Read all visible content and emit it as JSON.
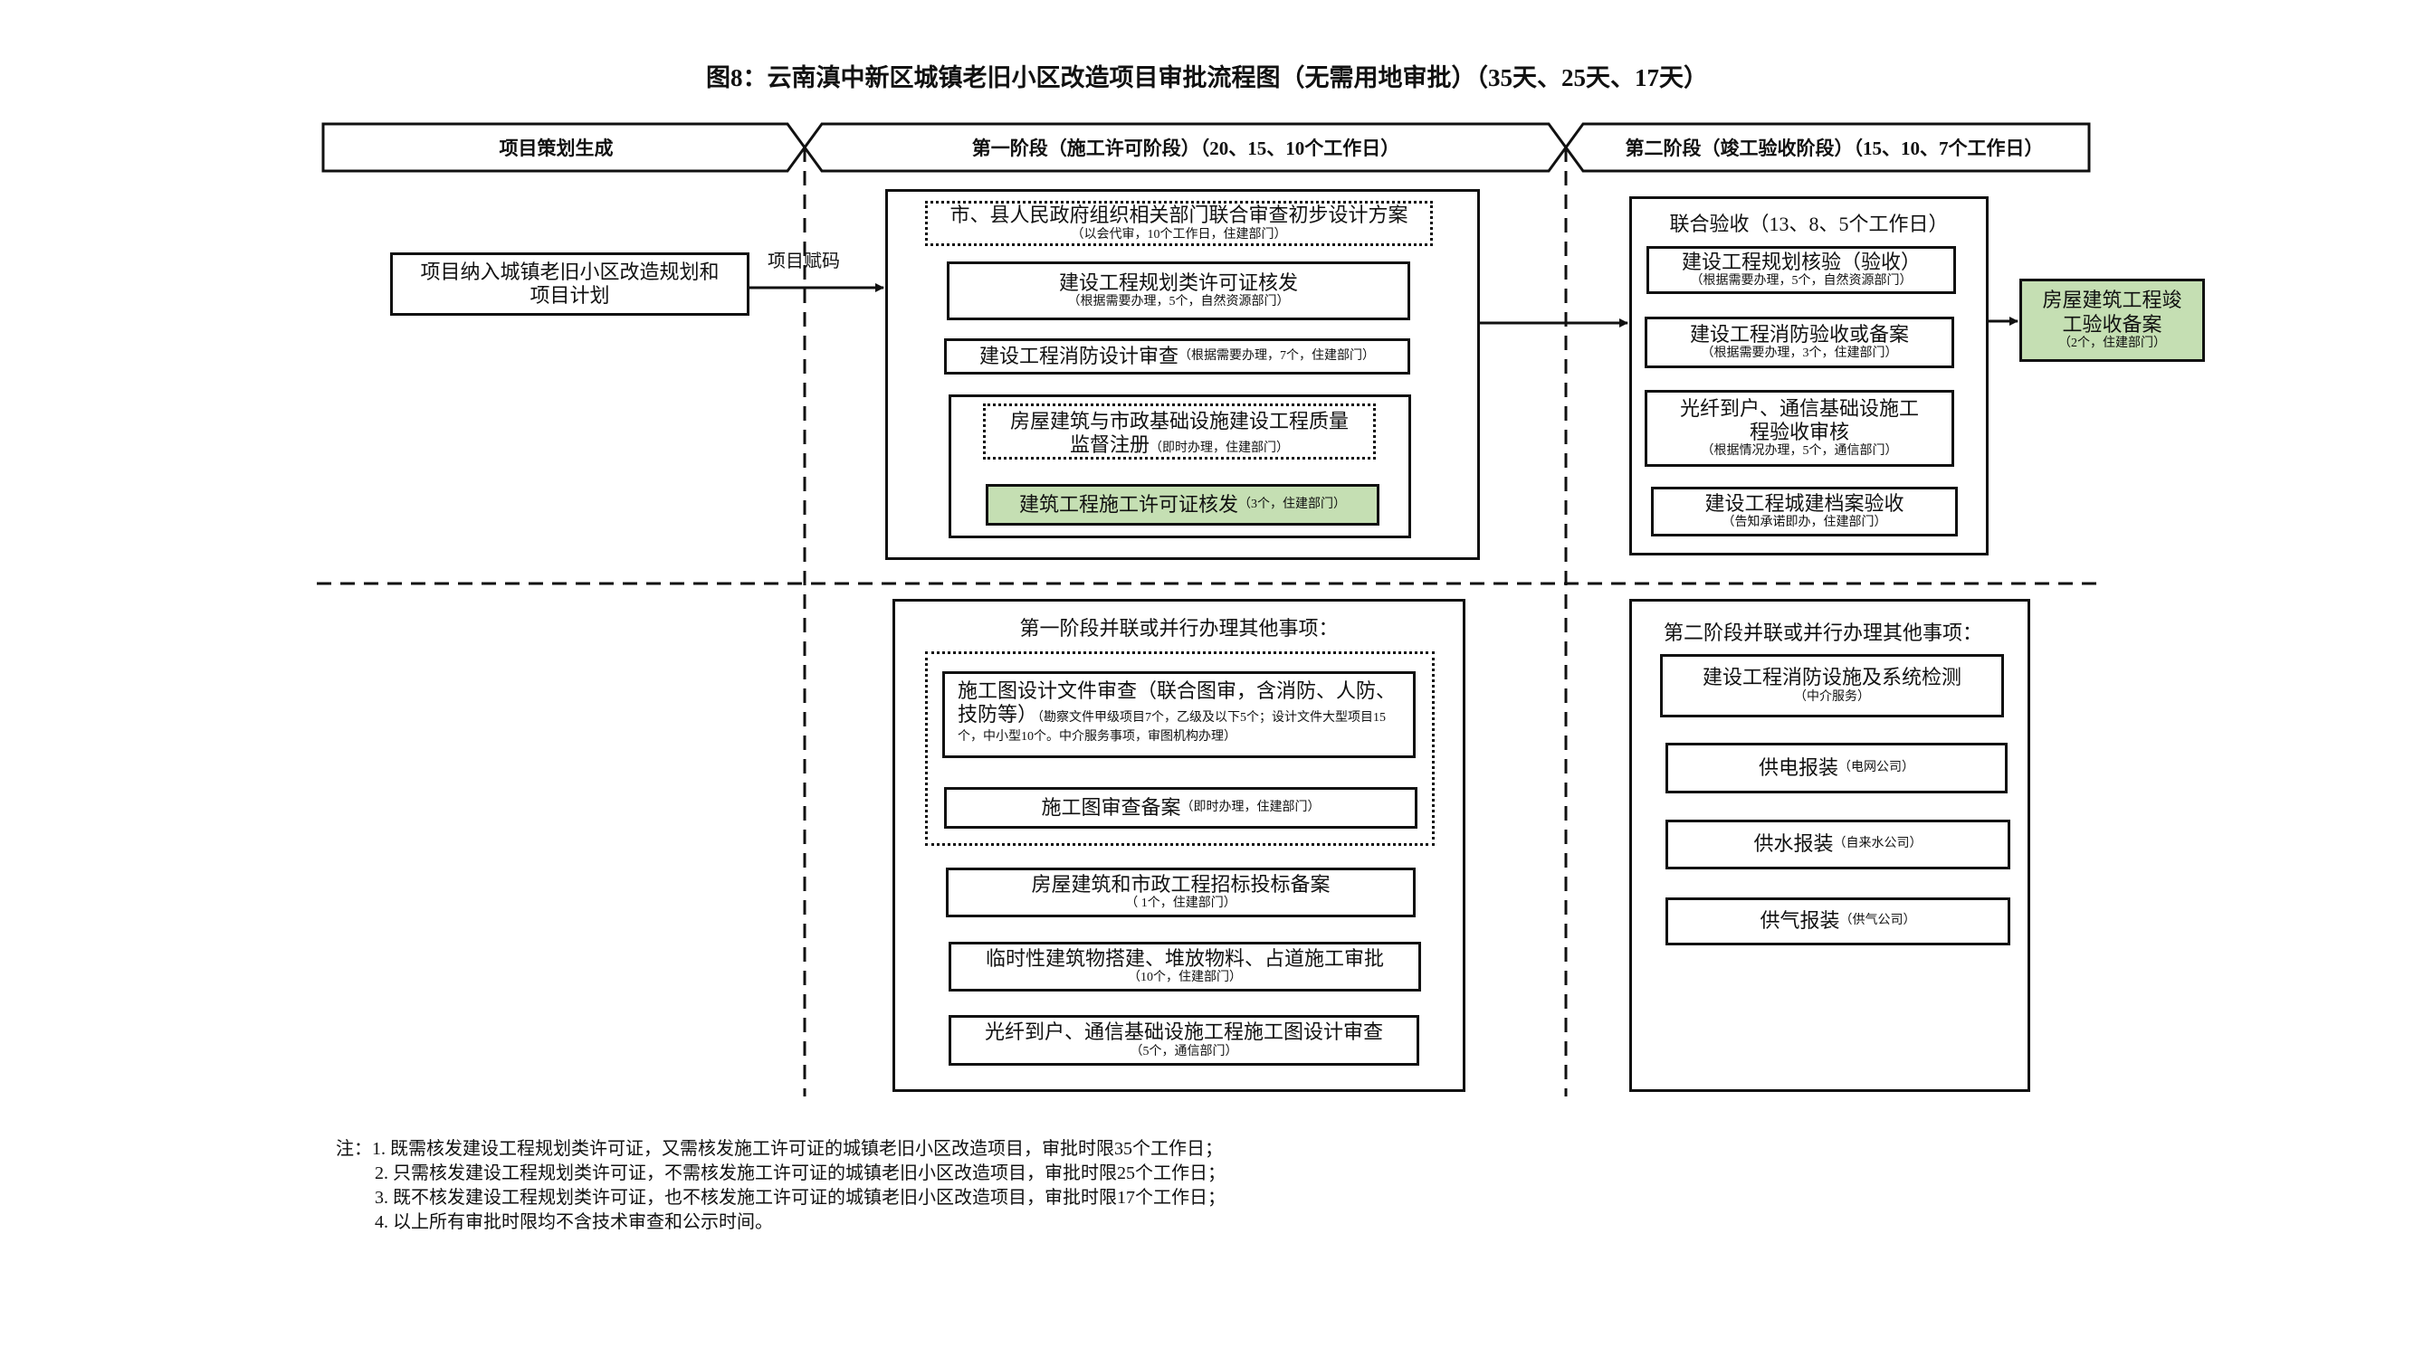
{
  "title": "图8：云南滇中新区城镇老旧小区改造项目审批流程图（无需用地审批）（35天、25天、17天）",
  "banners": {
    "planning": "项目策划生成",
    "phase1": "第一阶段（施工许可阶段）（20、15、10个工作日）",
    "phase2": "第二阶段（竣工验收阶段）（15、10、7个工作日）"
  },
  "planning_box": "项目纳入城镇老旧小区改造规划和项目计划",
  "arrow_label": "项目赋码",
  "phase1": {
    "joint_review": {
      "main": "市、县人民政府组织相关部门联合审查初步设计方案",
      "sub": "（以会代审，10个工作日，住建部门）"
    },
    "planning_permit": {
      "main": "建设工程规划类许可证核发",
      "sub": "（根据需要办理，5个，自然资源部门）"
    },
    "fire_review": {
      "main": "建设工程消防设计审查",
      "sub": "（根据需要办理，7个，住建部门）"
    },
    "quality_reg": {
      "main": "房屋建筑与市政基础设施建设工程质量监督注册",
      "sub": "（即时办理，住建部门）"
    },
    "construction_permit": {
      "main": "建筑工程施工许可证核发",
      "sub": "（3个，住建部门）"
    }
  },
  "phase2": {
    "title": "联合验收（13、8、5个工作日）",
    "items": [
      {
        "main": "建设工程规划核验（验收）",
        "sub": "（根据需要办理，5个，自然资源部门）"
      },
      {
        "main": "建设工程消防验收或备案",
        "sub": "（根据需要办理，3个，住建部门）"
      },
      {
        "main": "光纤到户、通信基础设施工程验收审核",
        "sub": "（根据情况办理，5个，通信部门）"
      },
      {
        "main": "建设工程城建档案验收",
        "sub": "（告知承诺即办，住建部门）"
      }
    ],
    "final": {
      "main": "房屋建筑工程竣工验收备案",
      "sub": "（2个，住建部门）"
    }
  },
  "parallel1": {
    "title": "第一阶段并联或并行办理其他事项：",
    "drawing_review": {
      "main": "施工图设计文件审查（联合图审，含消防、人防、技防等）",
      "sub": "（勘察文件甲级项目7个，乙级及以下5个；设计文件大型项目15个，中小型10个。中介服务事项，审图机构办理）"
    },
    "drawing_filing": {
      "main": "施工图审查备案",
      "sub": "（即时办理，住建部门）"
    },
    "items": [
      {
        "main": "房屋建筑和市政工程招标投标备案",
        "sub": "（ 1个，住建部门）"
      },
      {
        "main": "临时性建筑物搭建、堆放物料、占道施工审批",
        "sub": "（10个，住建部门）"
      },
      {
        "main": "光纤到户、通信基础设施工程施工图设计审查",
        "sub": "（5个，通信部门）"
      }
    ]
  },
  "parallel2": {
    "title": "第二阶段并联或并行办理其他事项：",
    "items": [
      {
        "main": "建设工程消防设施及系统检测",
        "sub": "（中介服务）"
      },
      {
        "main": "供电报装",
        "sub": "（电网公司）"
      },
      {
        "main": "供水报装",
        "sub": "（自来水公司）"
      },
      {
        "main": "供气报装",
        "sub": "（供气公司）"
      }
    ]
  },
  "notes": [
    "注：1. 既需核发建设工程规划类许可证，又需核发施工许可证的城镇老旧小区改造项目，审批时限35个工作日；",
    "2. 只需核发建设工程规划类许可证，不需核发施工许可证的城镇老旧小区改造项目，审批时限25个工作日；",
    "3. 既不核发建设工程规划类许可证，也不核发施工许可证的城镇老旧小区改造项目，审批时限17个工作日；",
    "4. 以上所有审批时限均不含技术审查和公示时间。"
  ],
  "colors": {
    "green": "#c5dfb3",
    "line": "#111111"
  }
}
